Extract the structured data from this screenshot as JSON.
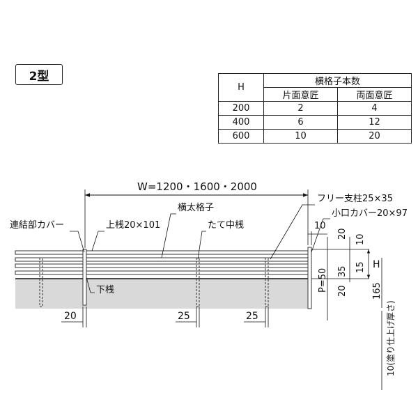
{
  "type_label": "2型",
  "table": {
    "h_header": "H",
    "group_header": "横格子本数",
    "col_headers": [
      "片面意匠",
      "両面意匠"
    ],
    "rows": [
      {
        "h": "200",
        "one": "2",
        "two": "4"
      },
      {
        "h": "400",
        "one": "6",
        "two": "12"
      },
      {
        "h": "600",
        "one": "10",
        "two": "20"
      }
    ]
  },
  "labels": {
    "width": "W=1200・1600・2000",
    "free_post": "フリー支柱25×35",
    "small_cover": "小口カバー20×97",
    "connector_cover": "連結部カバー",
    "top_rail": "上桟20×101",
    "horizontal_lattice": "横太格子",
    "center_rail": "たて中桟",
    "bottom_rail": "下桟",
    "dim_10_top": "10",
    "dim_20_right": "20",
    "dim_10_right": "10",
    "dim_35": "35",
    "dim_15": "15",
    "dim_H": "H",
    "dim_p50": "P=50",
    "dim_20_low": "20",
    "dim_165": "165",
    "dim_20_bottom": "20",
    "dim_25_a": "25",
    "dim_25_b": "25",
    "finish_note": "10(塗り仕上げ厚さ)"
  }
}
